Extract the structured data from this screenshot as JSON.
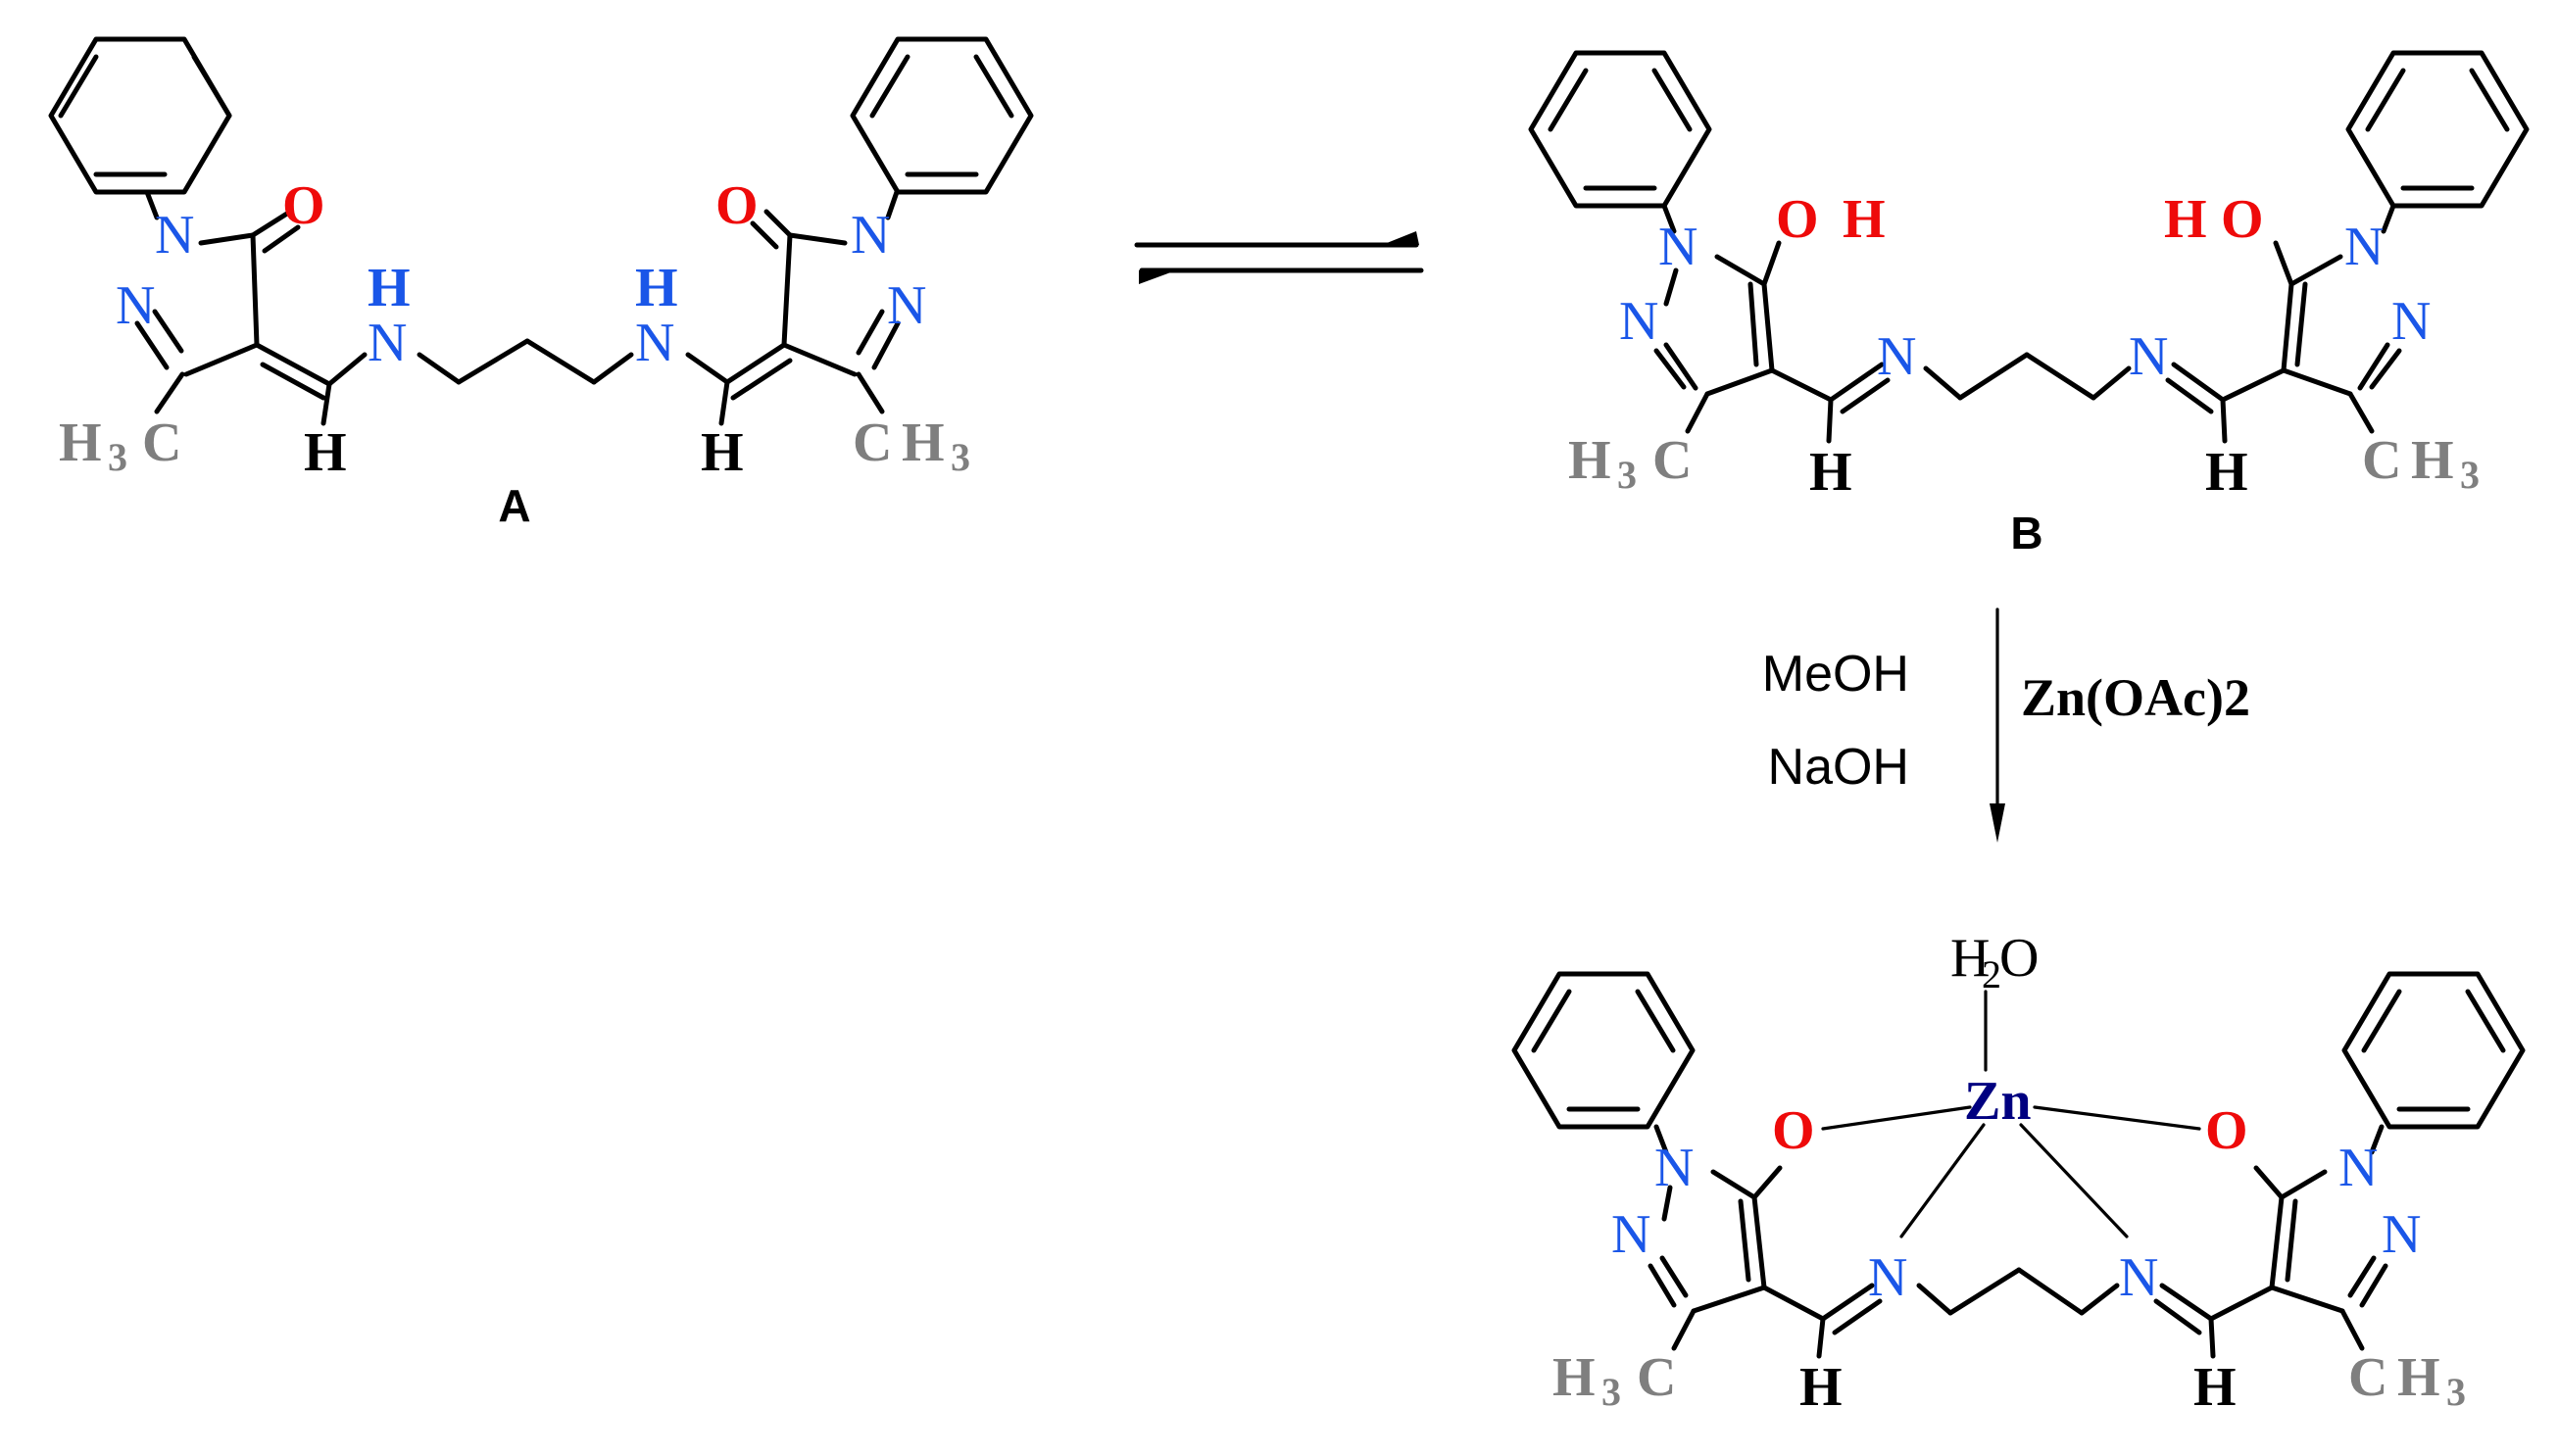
{
  "colors": {
    "bond": "#000000",
    "nitrogen": "#1a56e8",
    "oxygen": "#ee0a0a",
    "methyl": "#7f7f7f",
    "hydrogen": "#000000",
    "zinc": "#000080"
  },
  "compounds": {
    "a_label": "A",
    "b_label": "B"
  },
  "atoms": {
    "O": "O",
    "N": "N",
    "NH_H": "H",
    "NH_N": "N",
    "H": "H",
    "C": "C",
    "CH3_C": "C",
    "CH3_H": "H",
    "CH3_3": "3",
    "OH_O": "O",
    "OH_H": "H",
    "Zn": "Zn",
    "H2O_H": "H",
    "H2O_2": "2",
    "H2O_O": "O"
  },
  "reagents": {
    "solvent": "MeOH",
    "base": "NaOH",
    "metal_salt": "Zn(OAc)2"
  },
  "arrows": [
    {
      "type": "equilibrium",
      "icon": "equilibrium-arrow-icon"
    },
    {
      "type": "reaction",
      "icon": "down-arrow-icon"
    }
  ]
}
